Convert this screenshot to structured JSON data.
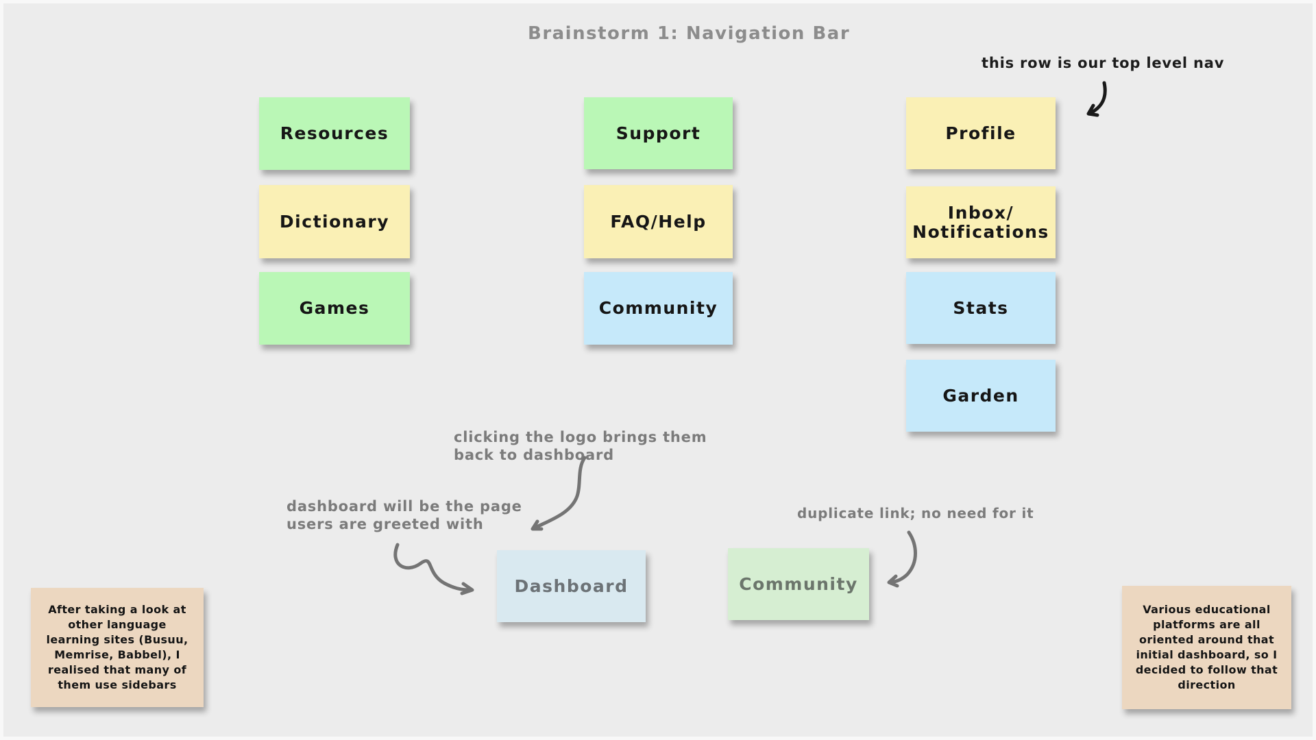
{
  "title": "Brainstorm 1: Navigation Bar",
  "annotations": {
    "top_nav": "this row is our top level nav",
    "logo_click": "clicking the logo brings them\nback to dashboard",
    "dashboard_greet": "dashboard will be the page\nusers are greeted with",
    "duplicate_link": "duplicate link; no need for it"
  },
  "nav_grid": {
    "columns": [
      {
        "name": "column-1",
        "notes": [
          {
            "label": "Resources",
            "color": "#baf7b6"
          },
          {
            "label": "Dictionary",
            "color": "#faf0b5"
          },
          {
            "label": "Games",
            "color": "#baf7b6"
          }
        ]
      },
      {
        "name": "column-2",
        "notes": [
          {
            "label": "Support",
            "color": "#baf7b6"
          },
          {
            "label": "FAQ/Help",
            "color": "#faf0b5"
          },
          {
            "label": "Community",
            "color": "#c6e9fa"
          }
        ]
      },
      {
        "name": "column-3",
        "notes": [
          {
            "label": "Profile",
            "color": "#faf0b5"
          },
          {
            "label": "Inbox/\nNotifications",
            "color": "#faf0b5"
          },
          {
            "label": "Stats",
            "color": "#c6e9fa"
          },
          {
            "label": "Garden",
            "color": "#c6e9fa"
          }
        ]
      }
    ]
  },
  "secondary_notes": {
    "dashboard": {
      "label": "Dashboard",
      "color": "#d9e9f0"
    },
    "community": {
      "label": "Community",
      "color": "#d6eed2"
    }
  },
  "comment_notes": {
    "left": {
      "text": "After taking a look at\nother language\nlearning sites (Busuu,\nMemrise, Babbel), I\nrealised that many of\nthem use sidebars",
      "color": "#ecd7c0"
    },
    "right": {
      "text": "Various educational\nplatforms are all\noriented around that\ninitial dashboard, so I\ndecided to follow that\ndirection",
      "color": "#ecd7c0"
    }
  },
  "palette": {
    "canvas_bg": "#ececec",
    "note_green": "#baf7b6",
    "note_yellow": "#faf0b5",
    "note_blue": "#c6e9fa",
    "note_pale_blue": "#d9e9f0",
    "note_pale_green": "#d6eed2",
    "note_tan": "#ecd7c0",
    "annotation_gray": "#7b7b7b",
    "annotation_black": "#1c1c1c",
    "title_gray": "#8c8c8c"
  }
}
